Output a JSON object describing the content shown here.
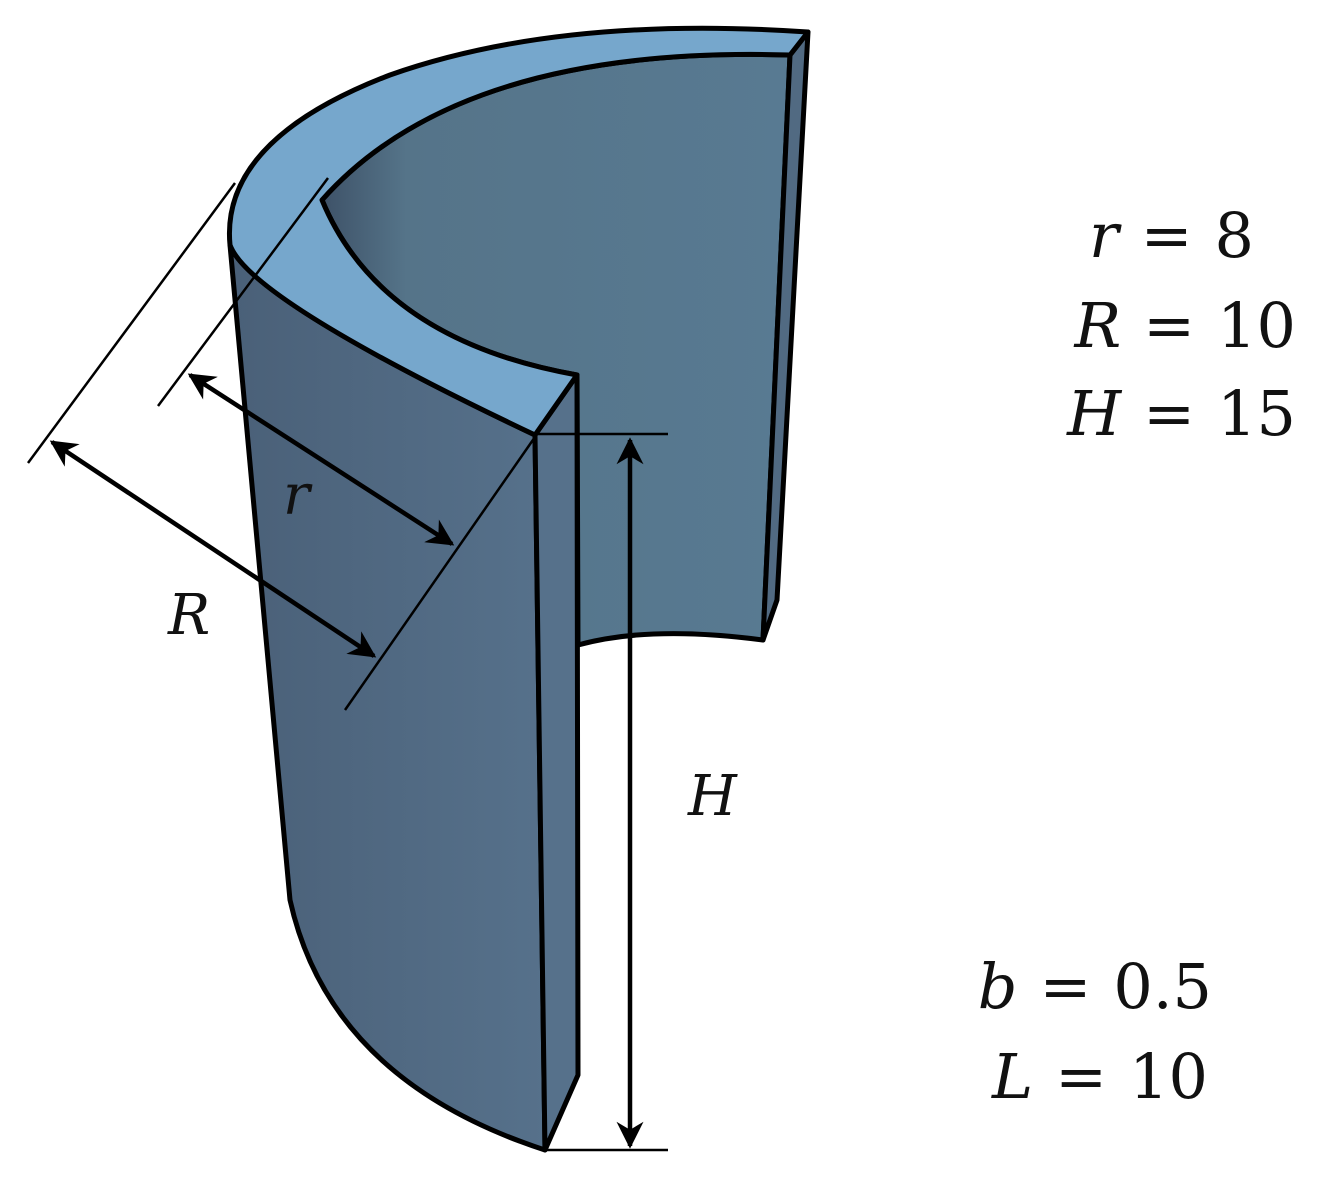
{
  "labels": {
    "r": "r",
    "R": "R",
    "H": "H"
  },
  "parameters": [
    {
      "symbol": "r",
      "value": "8"
    },
    {
      "symbol": "R",
      "value": "10"
    },
    {
      "symbol": "H",
      "value": "15"
    },
    {
      "symbol": "b",
      "value": "0.5"
    },
    {
      "symbol": "L",
      "value": "10"
    }
  ],
  "equals_sign": "=",
  "colors": {
    "top_face": "#76A7CC",
    "outer_wall_dark": "#4A6078",
    "outer_wall_light": "#56718B",
    "inner_wall": "#577790",
    "edge": "#000000"
  }
}
